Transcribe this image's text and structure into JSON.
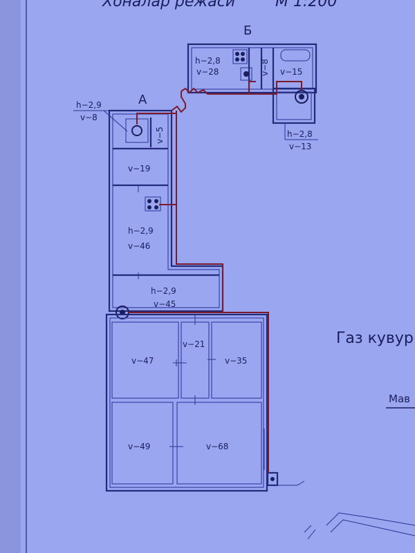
{
  "header": {
    "title": "Хоналар режаси",
    "scale": "М 1:200"
  },
  "blocks": {
    "a": "А",
    "b": "Б"
  },
  "annotations": {
    "a_small_h": "h−2,9",
    "a_small_v": "v−8",
    "b_bottom_h": "h−2,8",
    "b_bottom_v": "v−13"
  },
  "rooms": {
    "b_main_h": "h−2,8",
    "b_main_v": "v−28",
    "b_narrow": "v−8",
    "b_bath": "v−15",
    "a_wc": "v−5",
    "a_r19": "v−19",
    "a_r46_h": "h−2,9",
    "a_r46_v": "v−46",
    "a_r45_h": "h−2,9",
    "a_r45_v": "v−45",
    "r47": "v−47",
    "r21": "v−21",
    "r35": "v−35",
    "r49": "v−49",
    "r68": "v−68"
  },
  "side_text": {
    "gas": "Газ кувур",
    "mav": "Мав"
  },
  "colors": {
    "paper": "#9aa6f0",
    "ink": "#1b1e5c",
    "wall": "#232a7a",
    "gas_pipe": "#7a1a2a"
  }
}
